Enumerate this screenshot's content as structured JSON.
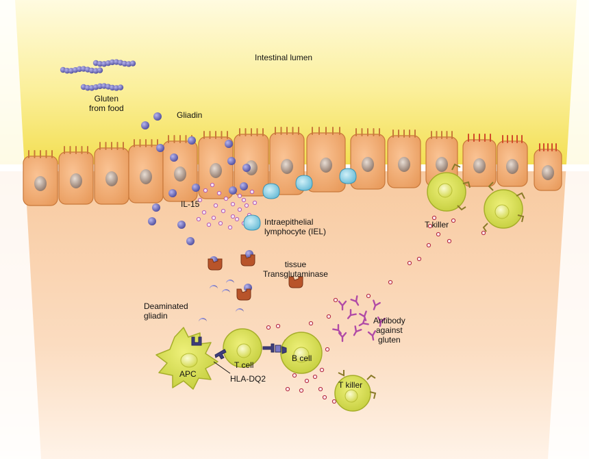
{
  "labels": {
    "lumen": "Intestinal lumen",
    "gluten": "Gluten\nfrom food",
    "gliadin": "Gliadin",
    "il15": "IL-15",
    "iel": "Intraepithelial\nlymphocyte (IEL)",
    "ttg": "tissue\nTransglutaminase",
    "deaminated": "Deaminated\ngliadin",
    "tcell": "T cell",
    "bcell": "B cell",
    "apc": "APC",
    "hla": "HLA-DQ2",
    "antibody": "Antibody\nagainst\ngluten",
    "tkiller_top": "T killer",
    "tkiller_bottom": "T killer"
  },
  "colors": {
    "lumen": "#f5e66a",
    "tissue": "#f9d9b3",
    "epithelial_cell": "#f2ac72",
    "nucleus": "#a08c80",
    "gliadin": "#7a78c4",
    "iel": "#8fd4e8",
    "enzyme": "#b8542a",
    "immune_cell": "#d8e05a",
    "antibody": "#b04aa6",
    "cytokine": "#d8a0d8",
    "particle": "#c0304a"
  }
}
